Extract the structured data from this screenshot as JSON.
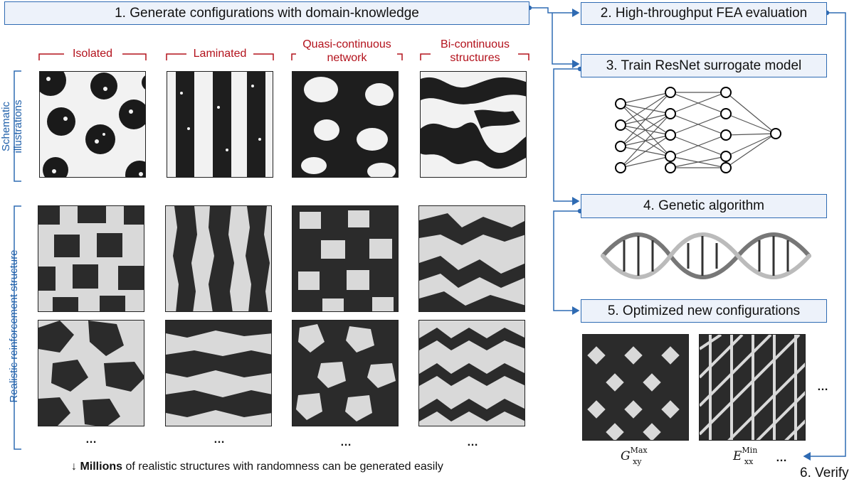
{
  "steps": {
    "step1": "1. Generate configurations with domain-knowledge",
    "step2": "2. High-throughput FEA evaluation",
    "step3": "3. Train ResNet surrogate model",
    "step4": "4. Genetic algorithm",
    "step5": "5. Optimized new configurations",
    "step6": "6. Verify"
  },
  "categories": [
    {
      "line1": "Isolated",
      "line2": ""
    },
    {
      "line1": "Laminated",
      "line2": ""
    },
    {
      "line1": "Quasi-continuous",
      "line2": "network"
    },
    {
      "line1": "Bi-continuous",
      "line2": "structures"
    }
  ],
  "row_labels": {
    "schematic_line1": "Schematic",
    "schematic_line2": "illustrations",
    "realistic": "Realistic reinforcement structure"
  },
  "ellipses": {
    "grid": "…",
    "optimized": "…",
    "label": "…"
  },
  "footnote": {
    "arrow": "↓",
    "bold": "Millions",
    "rest": " of realistic structures with randomness can be generated easily"
  },
  "optimized_labels": {
    "g_base": "G",
    "g_sub": "xy",
    "g_sup": "Max",
    "e_base": "E",
    "e_sub": "xx",
    "e_sup": "Min"
  },
  "colors": {
    "accent": "#2f6bb3",
    "category": "#b3121c",
    "dark": "#2b2b2b",
    "light": "#d9d9d9"
  }
}
